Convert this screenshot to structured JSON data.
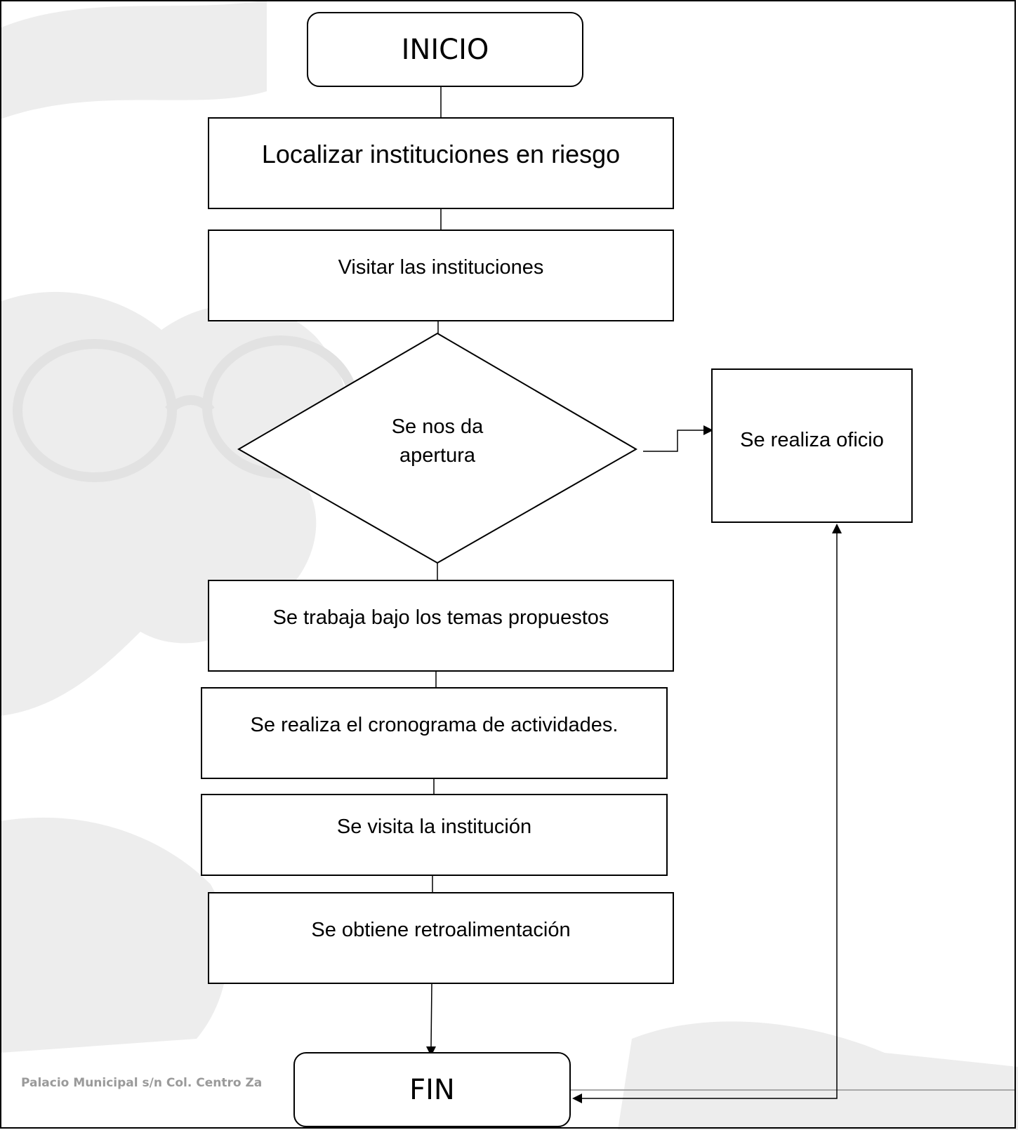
{
  "footer": {
    "address_text": "Palacio Municipal s/n Col. Centro Za"
  },
  "flowchart": {
    "start": "INICIO",
    "steps": [
      "Localizar instituciones en riesgo",
      "Visitar las instituciones"
    ],
    "decision": "Se nos da apertura",
    "decision_branch": "Se realiza oficio",
    "steps_after_decision": [
      "Se trabaja bajo los temas propuestos",
      "Se realiza el cronograma de actividades.",
      "Se visita la institución",
      "Se obtiene retroalimentación"
    ],
    "end": "FIN"
  },
  "colors": {
    "stroke": "#000000",
    "background": "#ffffff",
    "watermark": "#ececec",
    "footer_text": "#9a9a9a"
  }
}
